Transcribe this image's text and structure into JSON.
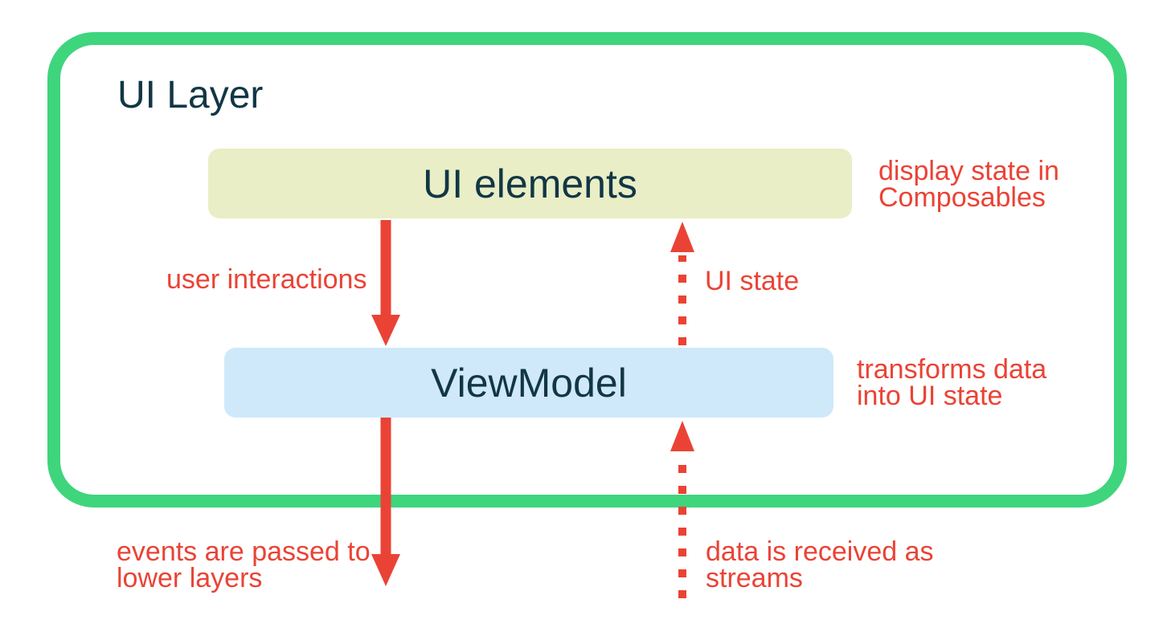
{
  "colors": {
    "border_green": "#3ed57d",
    "node_yellow": "#e9eec6",
    "node_blue": "#cfe9fa",
    "accent_red": "#ea4335",
    "text_navy": "#123645",
    "canvas_white": "#ffffff"
  },
  "panel": {
    "title": "UI Layer"
  },
  "nodes": {
    "ui_elements": {
      "label": "UI elements"
    },
    "viewmodel": {
      "label": "ViewModel"
    }
  },
  "annotations": {
    "user_interactions": {
      "line1": "user interactions"
    },
    "ui_state": {
      "line1": "UI state"
    },
    "display_state": {
      "line1": "display state in",
      "line2": "Composables"
    },
    "transforms_data": {
      "line1": "transforms data",
      "line2": "into UI state"
    },
    "events_passed": {
      "line1": "events are passed to",
      "line2": "lower layers"
    },
    "data_received": {
      "line1": "data is received as",
      "line2": "streams"
    }
  },
  "arrows": {
    "user_interactions_arrow": {
      "style": "solid",
      "direction": "down"
    },
    "ui_state_arrow": {
      "style": "dotted",
      "direction": "up"
    },
    "events_arrow": {
      "style": "solid",
      "direction": "down"
    },
    "data_stream_arrow": {
      "style": "dotted",
      "direction": "up"
    }
  }
}
